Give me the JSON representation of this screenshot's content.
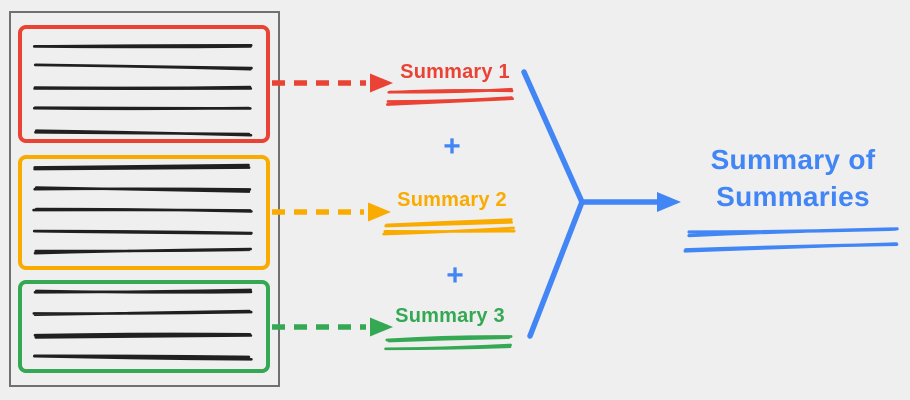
{
  "colors": {
    "bg": "#efefef",
    "ink": "#202020",
    "frame": "#707070",
    "red": "#EA4335",
    "orange": "#F9AB00",
    "green": "#34A853",
    "blue": "#4285F4"
  },
  "document": {
    "chunks": [
      {
        "color": "red",
        "text_lines": 5
      },
      {
        "color": "orange",
        "text_lines": 5
      },
      {
        "color": "green",
        "text_lines": 4
      }
    ]
  },
  "summaries": [
    {
      "label": "Summary 1",
      "color": "red"
    },
    {
      "label": "Summary 2",
      "color": "orange"
    },
    {
      "label": "Summary 3",
      "color": "green"
    }
  ],
  "operators": {
    "plus": "+"
  },
  "final": {
    "line1": "Summary of",
    "line2": "Summaries",
    "color": "blue"
  }
}
